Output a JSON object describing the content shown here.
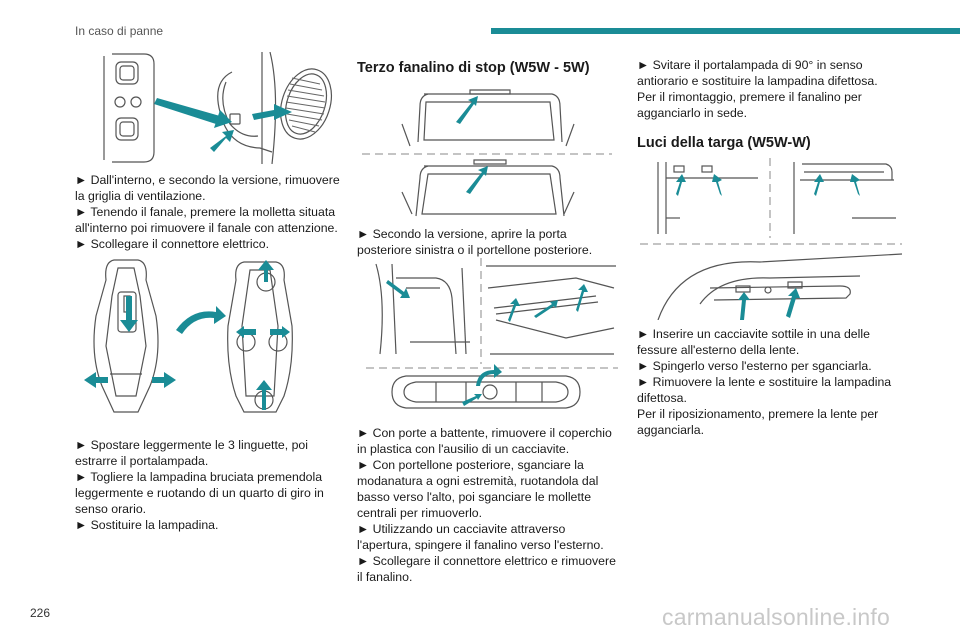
{
  "header": {
    "section_title": "In caso di panne"
  },
  "page_number": "226",
  "watermark": "carmanualsonline.info",
  "col1": {
    "steps_a": [
      "► Dall'interno, e secondo la versione, rimuovere la griglia di ventilazione.",
      "► Tenendo il fanale, premere la molletta situata all'interno poi rimuovere il fanale con attenzione.",
      "► Scollegare il connettore elettrico."
    ],
    "steps_b": [
      "► Spostare leggermente le 3 linguette, poi estrarre il portalampada.",
      "► Togliere la lampadina bruciata premendola leggermente e ruotando di un quarto di giro in senso orario.",
      "► Sostituire la lampadina."
    ]
  },
  "col2": {
    "heading": "Terzo fanalino di stop (W5W - 5W)",
    "steps_a": [
      "► Secondo la versione, aprire la porta posteriore sinistra o il portellone posteriore."
    ],
    "steps_b": [
      "► Con porte a battente, rimuovere il coperchio in plastica con l'ausilio di un cacciavite.",
      "► Con portellone posteriore, sganciare la modanatura a ogni estremità, ruotandola dal basso verso l'alto, poi sganciare le mollette centrali per rimuoverlo.",
      "► Utilizzando un cacciavite attraverso l'apertura, spingere il fanalino verso l'esterno.",
      "► Scollegare il connettore elettrico e rimuovere il fanalino."
    ]
  },
  "col3": {
    "steps_a": [
      "► Svitare il portalampada di 90° in senso antiorario e sostituire la lampadina difettosa.",
      "Per il rimontaggio, premere il fanalino per agganciarlo in sede."
    ],
    "heading": "Luci della targa (W5W-W)",
    "steps_b": [
      "► Inserire un cacciavite sottile in una delle fessure all'esterno della lente.",
      "► Spingerlo verso l'esterno per sganciarla.",
      "► Rimuovere la lente e sostituire la lampadina difettosa.",
      "Per il riposizionamento, premere la lente per agganciarla."
    ]
  },
  "colors": {
    "accent": "#1a8c96",
    "line_art": "#555555"
  },
  "icons": {
    "arrow": "teal-arrow-icon",
    "diagrams": [
      "rear-lamp-grille-diagram",
      "lamp-holder-diagram",
      "third-brake-light-door-diagram",
      "third-brake-light-removal-diagram",
      "number-plate-light-diagram"
    ]
  }
}
